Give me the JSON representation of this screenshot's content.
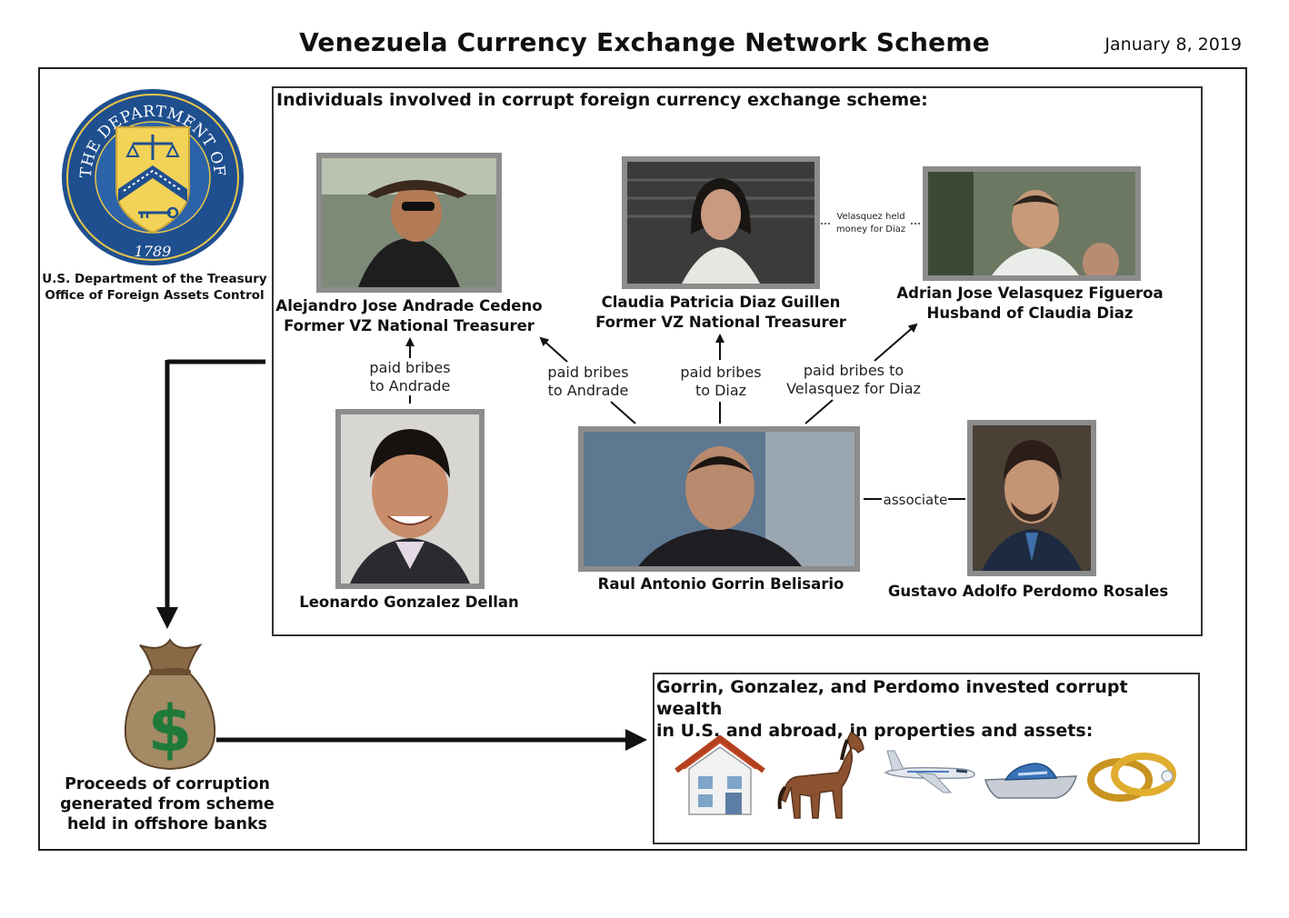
{
  "title": "Venezuela Currency Exchange Network Scheme",
  "date": "January 8, 2019",
  "agency": {
    "line1": "U.S. Department of the Treasury",
    "line2": "Office of Foreign Assets Control",
    "seal_text": "THE DEPARTMENT OF THE TREASURY",
    "seal_year": "1789"
  },
  "individuals_box": {
    "title": "Individuals involved in corrupt foreign currency exchange scheme:"
  },
  "people": {
    "andrade": {
      "name": "Alejandro Jose Andrade Cedeno",
      "role": "Former VZ National Treasurer"
    },
    "diaz": {
      "name": "Claudia Patricia Diaz Guillen",
      "role": "Former VZ National Treasurer"
    },
    "velasquez": {
      "name": "Adrian Jose Velasquez Figueroa",
      "role": "Husband of Claudia Diaz"
    },
    "gonzalez": {
      "name": "Leonardo Gonzalez Dellan"
    },
    "gorrin": {
      "name": "Raul Antonio Gorrin Belisario"
    },
    "perdomo": {
      "name": "Gustavo Adolfo Perdomo Rosales"
    }
  },
  "relations": {
    "velasquez_held_1": "Velasquez held",
    "velasquez_held_2": "money for Diaz",
    "gonzalez_to_andrade_1": "paid bribes",
    "gonzalez_to_andrade_2": "to Andrade",
    "gorrin_to_andrade_1": "paid bribes",
    "gorrin_to_andrade_2": "to Andrade",
    "gorrin_to_diaz_1": "paid bribes",
    "gorrin_to_diaz_2": "to Diaz",
    "gorrin_to_velasquez_1": "paid bribes to",
    "gorrin_to_velasquez_2": "Velasquez for Diaz",
    "associate": "associate"
  },
  "proceeds": {
    "line1": "Proceeds of corruption",
    "line2": "generated from scheme",
    "line3": "held in offshore banks"
  },
  "investments": {
    "line1": "Gorrin, Gonzalez, and Perdomo invested corrupt wealth",
    "line2": "in U.S. and abroad, in properties and assets:",
    "icons": [
      "house-icon",
      "horse-icon",
      "jet-icon",
      "yacht-icon",
      "rings-icon"
    ]
  }
}
